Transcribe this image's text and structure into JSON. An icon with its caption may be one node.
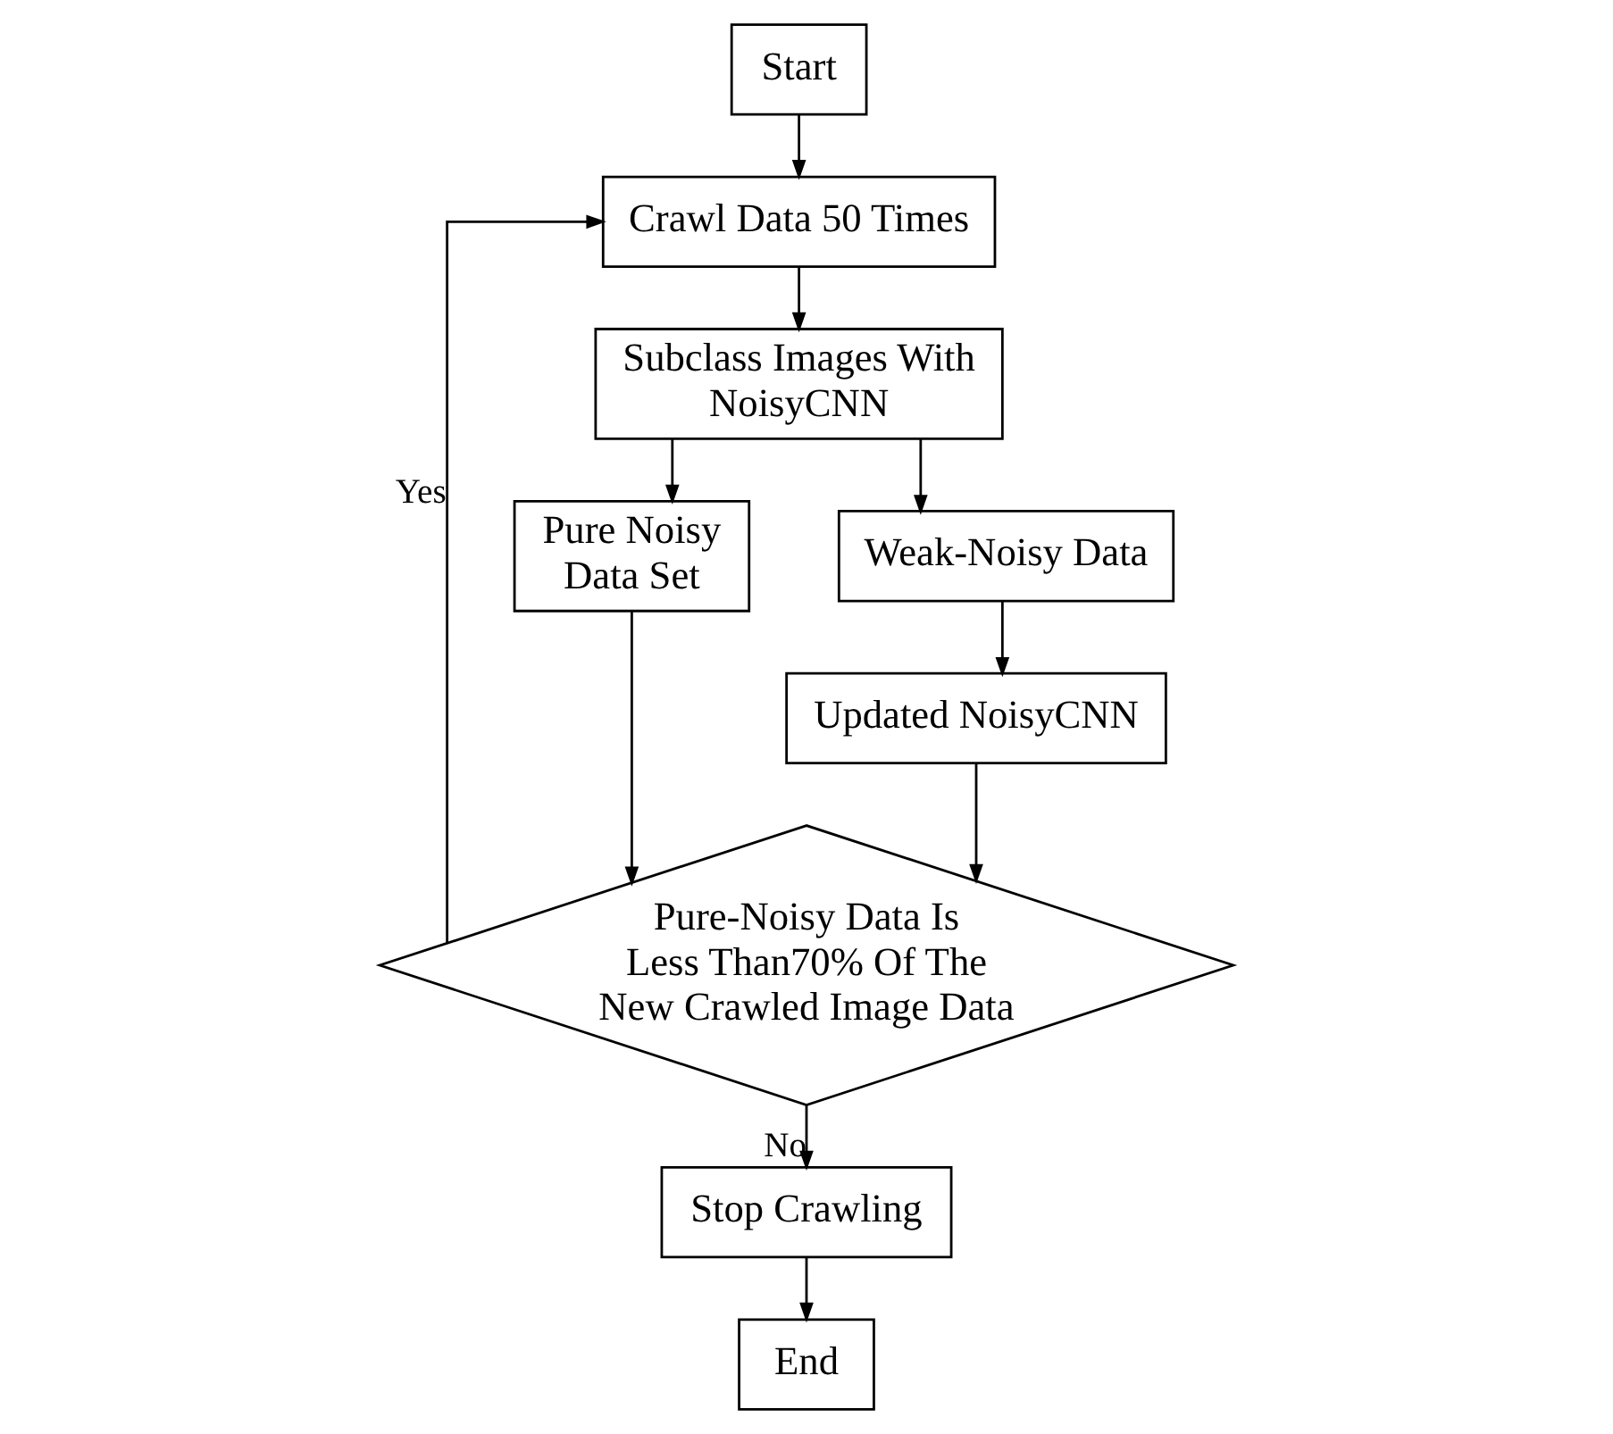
{
  "diagram": {
    "nodes": [
      {
        "text": [
          "Start"
        ]
      },
      {
        "text": [
          "Crawl Data 50 Times"
        ]
      },
      {
        "text": [
          "Subclass Images With NoisyCNN"
        ]
      },
      {
        "text": [
          "Pure Noisy Data Set"
        ]
      },
      {
        "text": [
          "Weak-Noisy Data"
        ]
      },
      {
        "text": [
          "Updated NoisyCNN"
        ]
      },
      {
        "text": [
          "Pure-Noisy Data Is Less Than70% Of The New Crawled Image Data"
        ]
      },
      {
        "text": [
          "Stop Crawling"
        ]
      },
      {
        "text": [
          "End"
        ]
      }
    ],
    "edges": [
      {
        "from": 0,
        "to": 1,
        "arrow": "to"
      },
      {
        "from": 1,
        "to": 2,
        "arrow": "to"
      },
      {
        "from": 2,
        "to": 3,
        "arrow": "to"
      },
      {
        "from": 2,
        "to": 4,
        "arrow": "to"
      },
      {
        "from": 4,
        "to": 5,
        "arrow": "to"
      },
      {
        "from": 5,
        "to": 6,
        "arrow": "to"
      },
      {
        "from": 3,
        "to": 6,
        "arrow": "to"
      },
      {
        "from": 6,
        "to": 1,
        "label": "Yes",
        "arrow": "to"
      },
      {
        "from": 6,
        "to": 7,
        "label": "No",
        "arrow": "to"
      },
      {
        "from": 7,
        "to": 8,
        "arrow": "to"
      }
    ]
  }
}
